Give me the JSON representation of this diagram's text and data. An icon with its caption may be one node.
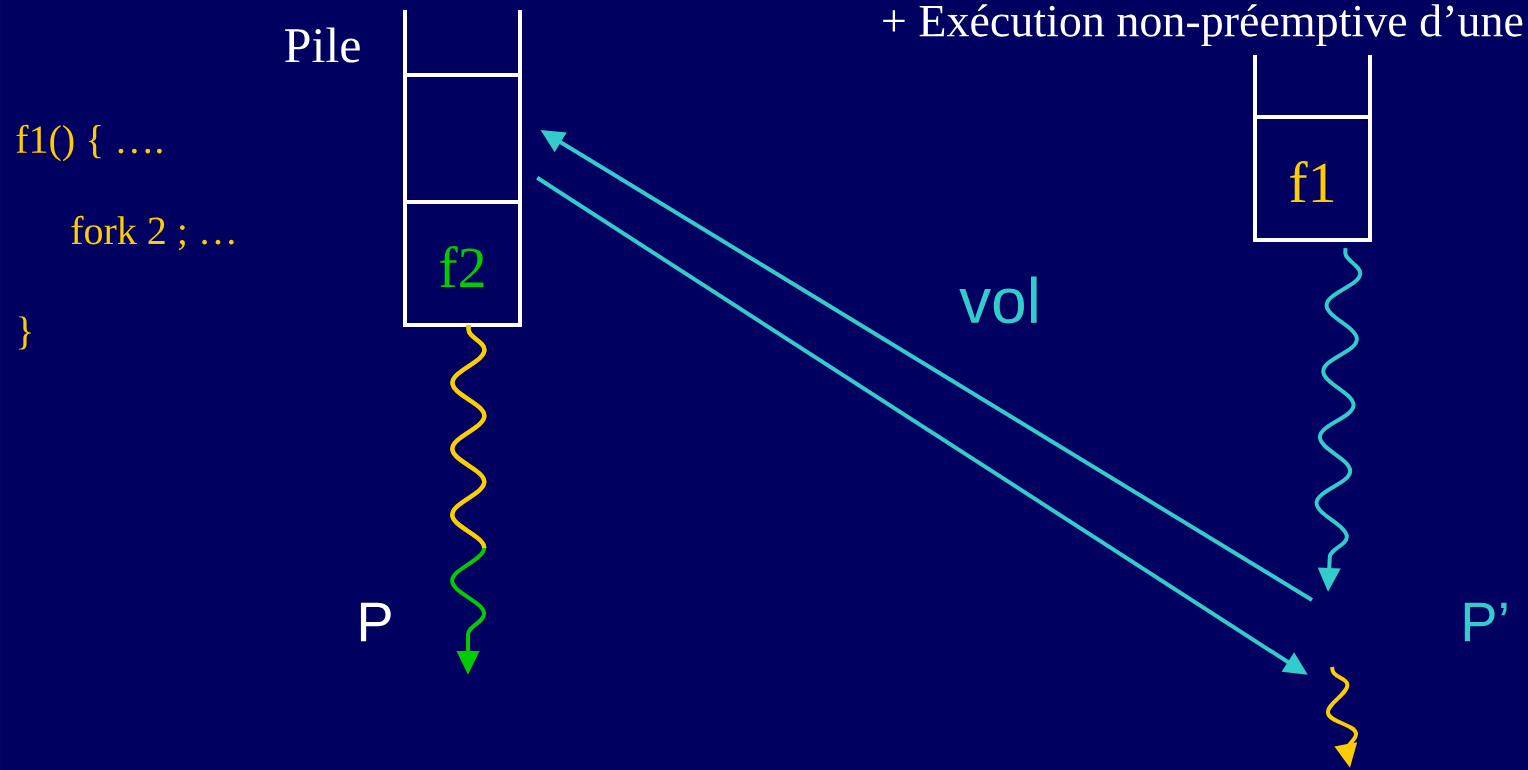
{
  "diagram": {
    "title": "+ Exécution non-préemptive d’une",
    "nodes": [
      {
        "text": [
          "f2"
        ],
        "beside": [
          "Pile"
        ]
      },
      {
        "text": [
          "f1"
        ]
      }
    ],
    "edges": [
      {
        "from": 1,
        "to": null,
        "arrow": "to"
      },
      {
        "from": null,
        "to": 0,
        "arrow": "to",
        "label": "vol"
      },
      {
        "from": 0,
        "to": null,
        "arrow": "to"
      },
      {
        "from": 0,
        "to": null,
        "arrow": "to",
        "color": "#00cc00"
      }
    ],
    "labels": [
      "f1() { ….",
      "fork 2 ; …",
      "}",
      "P",
      "P’"
    ]
  }
}
